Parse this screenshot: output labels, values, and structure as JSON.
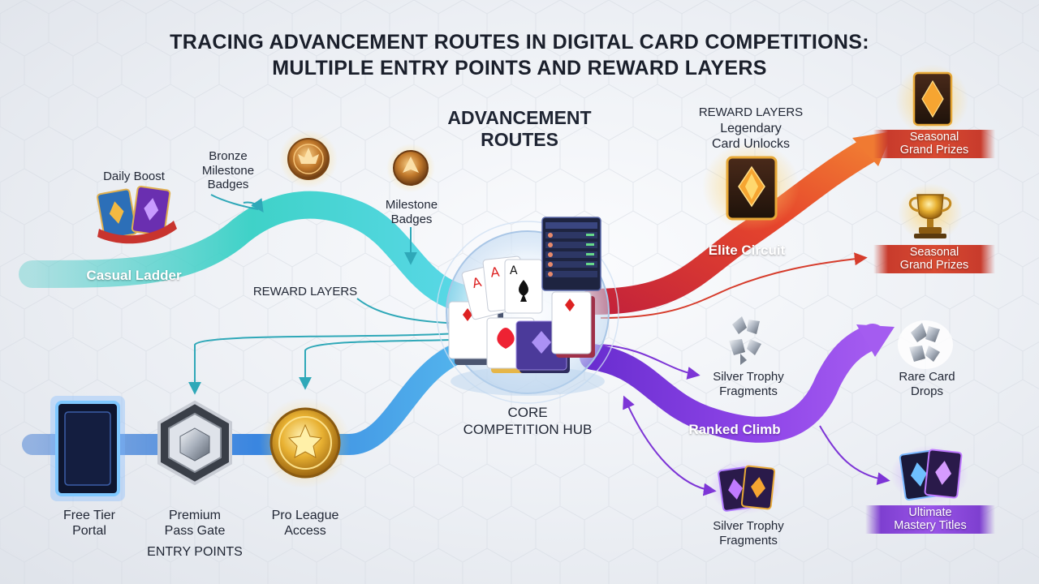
{
  "title": {
    "line1": "TRACING ADVANCEMENT ROUTES IN DIGITAL CARD COMPETITIONS:",
    "line2": "MULTIPLE ENTRY POINTS AND REWARD LAYERS"
  },
  "sections": {
    "advancement_routes": [
      "ADVANCEMENT",
      "ROUTES"
    ],
    "core_hub": [
      "CORE",
      "COMPETITION HUB"
    ],
    "entry_points": "ENTRY POINTS"
  },
  "routes": {
    "casual": "Casual Ladder",
    "elite": "Elite Circuit",
    "ranked": "Ranked Climb"
  },
  "entry_points": {
    "free": [
      "Free Tier",
      "Portal"
    ],
    "premium": [
      "Premium",
      "Pass Gate"
    ],
    "pro": [
      "Pro League",
      "Access"
    ]
  },
  "casual_rewards": {
    "daily_boost": "Daily Boost",
    "bronze_badges": [
      "Bronze",
      "Milestone",
      "Badges"
    ],
    "milestone_badges": [
      "Milestone",
      "Badges"
    ],
    "reward_layers": "REWARD LAYERS"
  },
  "elite_rewards": {
    "reward_layers": "REWARD LAYERS",
    "legendary": [
      "Legendary",
      "Card Unlocks"
    ],
    "grand_prizes_1": [
      "Seasonal",
      "Grand Prizes"
    ],
    "grand_prizes_2": [
      "Seasonal",
      "Grand Prizes"
    ]
  },
  "ranked_rewards": {
    "silver_fragments_1": [
      "Silver Trophy",
      "Fragments"
    ],
    "silver_fragments_2": [
      "Silver Trophy",
      "Fragments"
    ],
    "rare_drops": [
      "Rare Card",
      "Drops"
    ],
    "mastery_titles": [
      "Ultimate",
      "Mastery Titles"
    ]
  },
  "colors": {
    "casual": "#3fc9c4",
    "entry": "#3a7fd6",
    "elite": "#e2452f",
    "ranked": "#8a3ee0",
    "gold": "#e0a52a"
  },
  "icons": [
    "card-pair-icon",
    "bronze-badge-icon",
    "milestone-badge-icon",
    "legendary-card-icon",
    "gem-card-icon",
    "trophy-icon",
    "crystal-shard-icon",
    "purple-card-pair-icon",
    "portal-card-icon",
    "hexagon-gate-icon",
    "gold-coin-icon",
    "card-stack-icon",
    "leaderboard-icon"
  ]
}
